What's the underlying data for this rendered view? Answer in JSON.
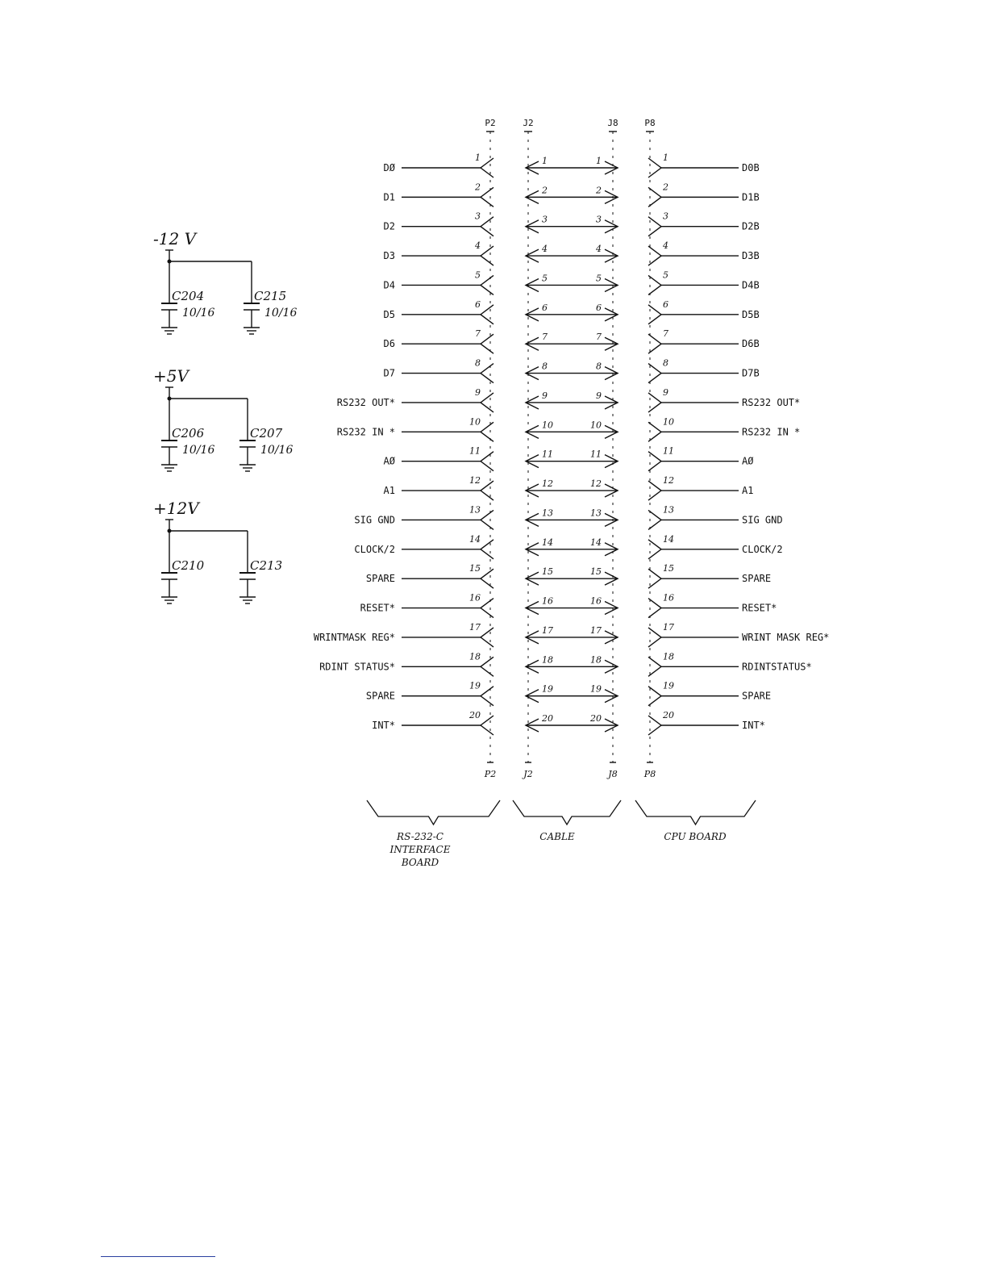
{
  "power_rails": [
    {
      "voltage": "-12 V",
      "capacitors": [
        {
          "name": "C204",
          "value": "10/16"
        },
        {
          "name": "C215",
          "value": "10/16"
        }
      ]
    },
    {
      "voltage": "+5V",
      "capacitors": [
        {
          "name": "C206",
          "value": "10/16"
        },
        {
          "name": "C207",
          "value": "10/16"
        }
      ]
    },
    {
      "voltage": "+12V",
      "capacitors": [
        {
          "name": "C210",
          "value": ""
        },
        {
          "name": "C213",
          "value": ""
        }
      ]
    }
  ],
  "connectors": {
    "top": [
      "P2",
      "J2",
      "J8",
      "P8"
    ],
    "bottom": [
      "P2",
      "J2",
      "J8",
      "P8"
    ]
  },
  "pins": [
    {
      "num": "1",
      "left": "DØ",
      "right": "D0B"
    },
    {
      "num": "2",
      "left": "D1",
      "right": "D1B"
    },
    {
      "num": "3",
      "left": "D2",
      "right": "D2B"
    },
    {
      "num": "4",
      "left": "D3",
      "right": "D3B"
    },
    {
      "num": "5",
      "left": "D4",
      "right": "D4B"
    },
    {
      "num": "6",
      "left": "D5",
      "right": "D5B"
    },
    {
      "num": "7",
      "left": "D6",
      "right": "D6B"
    },
    {
      "num": "8",
      "left": "D7",
      "right": "D7B"
    },
    {
      "num": "9",
      "left": "RS232 OUT*",
      "right": "RS232 OUT*"
    },
    {
      "num": "10",
      "left": "RS232 IN *",
      "right": "RS232 IN *"
    },
    {
      "num": "11",
      "left": "AØ",
      "right": "AØ"
    },
    {
      "num": "12",
      "left": "A1",
      "right": "A1"
    },
    {
      "num": "13",
      "left": "SIG GND",
      "right": "SIG GND"
    },
    {
      "num": "14",
      "left": "CLOCK/2",
      "right": "CLOCK/2"
    },
    {
      "num": "15",
      "left": "SPARE",
      "right": "SPARE"
    },
    {
      "num": "16",
      "left": "RESET*",
      "right": "RESET*"
    },
    {
      "num": "17",
      "left": "WRINTMASK REG*",
      "right": "WRINT MASK REG*"
    },
    {
      "num": "18",
      "left": "RDINT STATUS*",
      "right": "RDINTSTATUS*"
    },
    {
      "num": "19",
      "left": "SPARE",
      "right": "SPARE"
    },
    {
      "num": "20",
      "left": "INT*",
      "right": "INT*"
    }
  ],
  "sections": [
    {
      "label": "RS-232-C\nINTERFACE\nBOARD"
    },
    {
      "label": "CABLE"
    },
    {
      "label": "CPU BOARD"
    }
  ],
  "colors": {
    "ink": "#111111",
    "footer_rule": "#2a3fa0"
  }
}
